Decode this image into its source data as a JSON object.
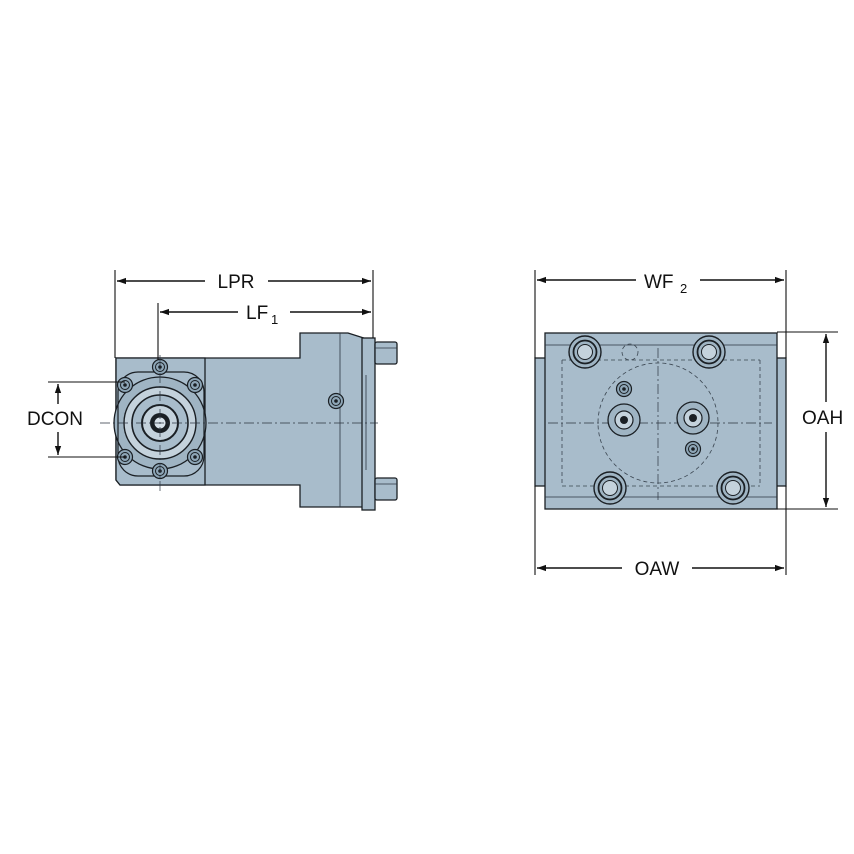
{
  "colors": {
    "body_fill": "#a8bccb",
    "body_dark": "#8ea6b7",
    "line": "#1a1f24"
  },
  "dimensions": {
    "lpr": "LPR",
    "lf1_main": "LF",
    "lf1_sub": "1",
    "dcon": "DCON",
    "wf2_main": "WF",
    "wf2_sub": "2",
    "oah": "OAH",
    "oaw": "OAW"
  }
}
